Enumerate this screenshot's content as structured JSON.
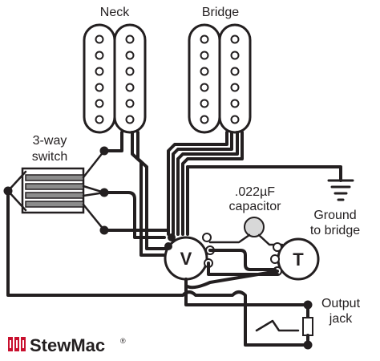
{
  "labels": {
    "neck": "Neck",
    "bridge": "Bridge",
    "switch": "3-way\nswitch",
    "switch_line1": "3-way",
    "switch_line2": "switch",
    "capacitor_line1": ".022µF",
    "capacitor_line2": "capacitor",
    "ground_line1": "Ground",
    "ground_line2": "to bridge",
    "output_line1": "Output",
    "output_line2": "jack",
    "volume": "V",
    "tone": "T"
  },
  "brand": {
    "name": "StewMac",
    "registered": "®",
    "accent": "#c8102e"
  },
  "colors": {
    "ink": "#231f20",
    "capacitor": "#d8d8d8",
    "switch_contacts": "#8c8c8c"
  },
  "icons": {
    "ground": "ground-symbol-icon",
    "logo": "stewmac-logo-icon"
  }
}
